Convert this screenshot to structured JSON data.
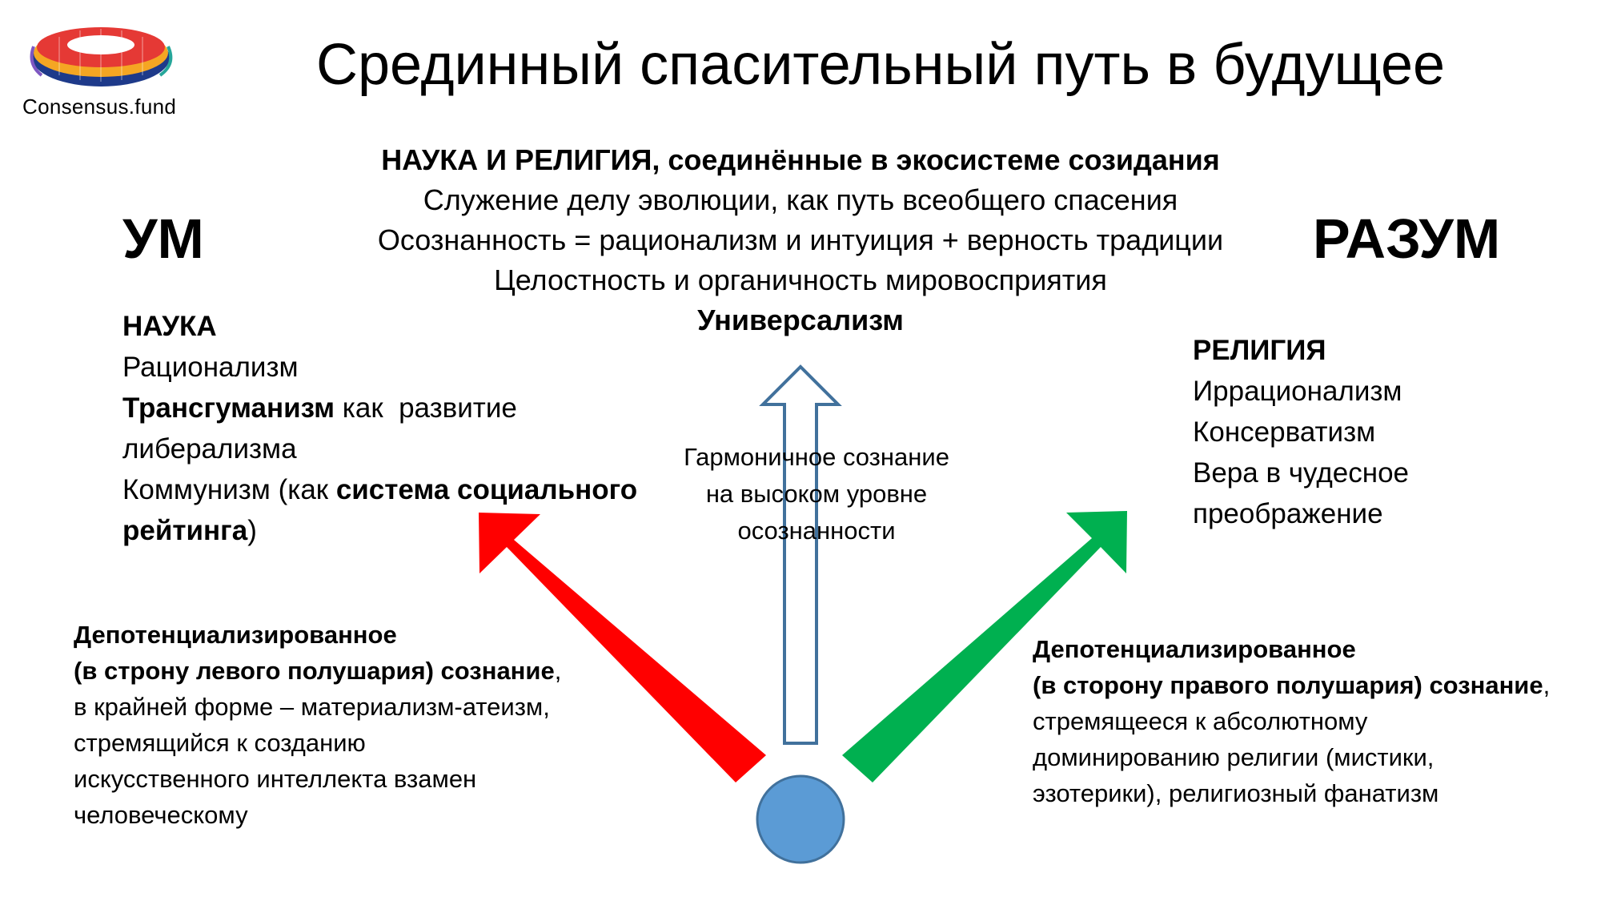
{
  "logo": {
    "label": "Consensus.fund",
    "icon": "rainbow-torus-logo"
  },
  "title": "Срединный спасительный путь в будущее",
  "center": {
    "line1": "НАУКА И РЕЛИГИЯ, соединённые в экосистеме созидания",
    "line2": "Служение делу эволюции, как путь всеобщего спасения",
    "line3": "Осознанность = рационализм и интуиция + верность традиции",
    "line4": "Целостность и органичность мировосприятия",
    "line5": "Универсализм"
  },
  "left_heading": "УМ",
  "right_heading": "РАЗУМ",
  "left_block": {
    "title": "НАУКА",
    "rationalism": "Рационализм",
    "transhumanism_bold": "Трансгуманизм",
    "transhumanism_rest": " как  развитие",
    "liberalism": "либерализма",
    "communism_start": "Коммунизм (как ",
    "communism_bold": "система социального",
    "rating_bold": "рейтинга",
    "rating_end": ")"
  },
  "right_block": {
    "title": "РЕЛИГИЯ",
    "line1": "Иррационализм",
    "line2": "Консерватизм",
    "line3": "Вера в чудесное",
    "line4": "преображение"
  },
  "center_mid": {
    "line1": "Гармоничное сознание",
    "line2": "на высоком уровне",
    "line3": "осознанности"
  },
  "bottom_left": {
    "bold1": "Депотенциализированное",
    "bold2": "(в строну левого полушария) сознание",
    "comma": ",",
    "line3": "в крайней форме – материализм-атеизм,",
    "line4": "стремящийся к созданию",
    "line5": "искусственного интеллекта взамен",
    "line6": "человеческому"
  },
  "bottom_right": {
    "bold1": "Депотенциализированное",
    "bold2": "(в сторону правого полушария) сознание",
    "comma": ",",
    "line3": "стремящееся к абсолютному",
    "line4": "доминированию религии (мистики,",
    "line5": "эзотерики), религиозный фанатизм"
  },
  "colors": {
    "left_arrow": "#ff0000",
    "right_arrow": "#00b050",
    "up_arrow_stroke": "#41719c",
    "origin_fill": "#5b9bd5",
    "origin_stroke": "#41719c"
  }
}
